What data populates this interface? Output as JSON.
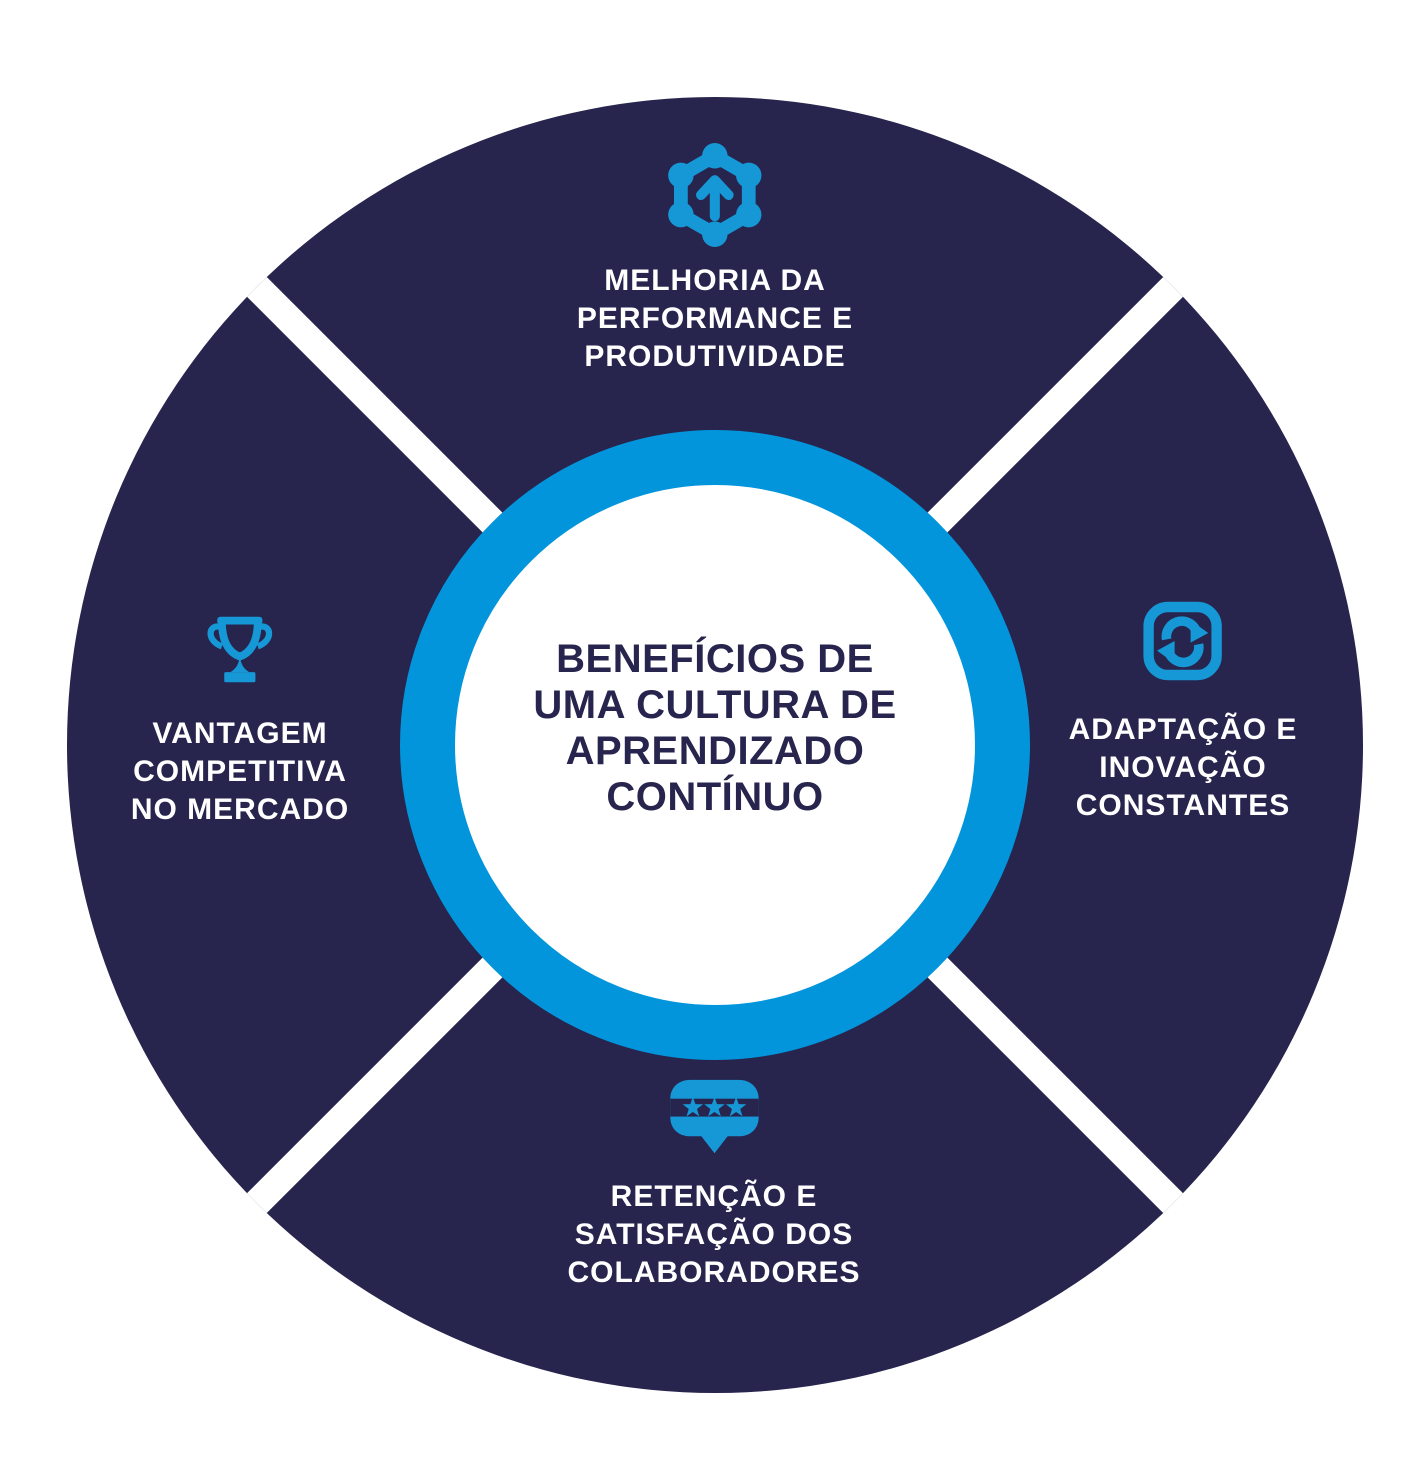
{
  "colors": {
    "background": "#FFFFFF",
    "wheel": "#27244D",
    "divider": "#FFFFFF",
    "ring": "#0295DB",
    "icon": "#1697D6",
    "label": "#FFFFFF",
    "title": "#27244D"
  },
  "center": {
    "title_lines": [
      "BENEFÍCIOS DE",
      "UMA CULTURA DE",
      "APRENDIZADO",
      "CONTÍNUO"
    ]
  },
  "quadrants": {
    "top": {
      "icon": "performance-gear-up-icon",
      "lines": [
        "MELHORIA DA",
        "PERFORMANCE E",
        "PRODUTIVIDADE"
      ]
    },
    "right": {
      "icon": "sync-arrows-icon",
      "lines": [
        "ADAPTAÇÃO E",
        "INOVAÇÃO",
        "CONSTANTES"
      ]
    },
    "bottom": {
      "icon": "stars-review-bubble-icon",
      "lines": [
        "RETENÇÃO E",
        "SATISFAÇÃO DOS",
        "COLABORADORES"
      ]
    },
    "left": {
      "icon": "trophy-icon",
      "lines": [
        "VANTAGEM",
        "COMPETITIVA",
        "NO MERCADO"
      ]
    }
  }
}
